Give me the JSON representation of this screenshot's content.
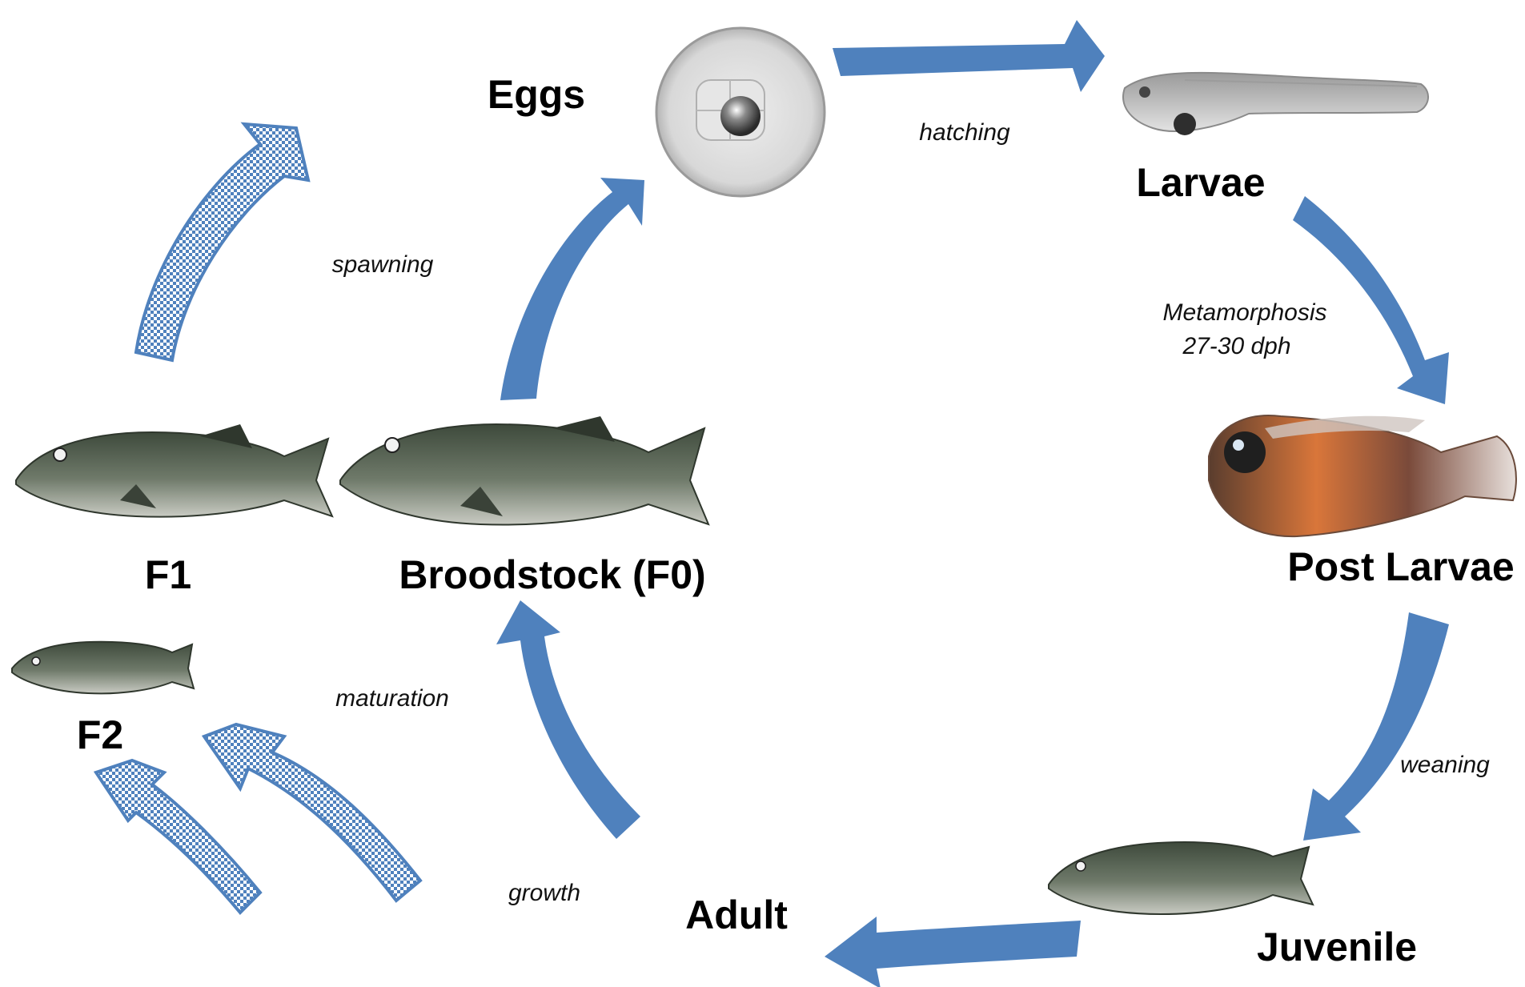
{
  "stages": {
    "eggs": "Eggs",
    "larvae": "Larvae",
    "post_larvae": "Post Larvae",
    "juvenile": "Juvenile",
    "adult": "Adult",
    "broodstock": "Broodstock (F0)",
    "f1": "F1",
    "f2": "F2"
  },
  "processes": {
    "hatching": "hatching",
    "metamorphosis": "Metamorphosis",
    "metamorphosis_detail": "27-30 dph",
    "weaning": "weaning",
    "growth": "growth",
    "maturation": "maturation",
    "spawning": "spawning"
  },
  "colors": {
    "arrow_solid": "#4f81bd",
    "arrow_checker_a": "#4f81bd",
    "arrow_checker_b": "#ffffff",
    "fish_body": "#6b7466",
    "fish_belly": "#dcdcd6",
    "larva_orange": "#d9763a"
  }
}
